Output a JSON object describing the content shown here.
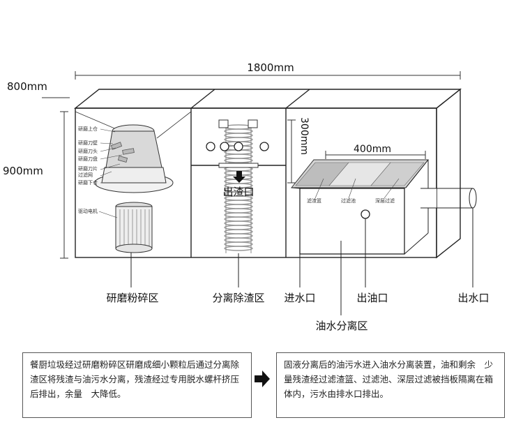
{
  "dimensions": {
    "length": "1800mm",
    "width": "800mm",
    "height": "900mm",
    "compartment_height": "300mm",
    "compartment_length": "400mm"
  },
  "grinder_parts": {
    "upper_bin": "研磨上仓",
    "wall": "研磨刀壁",
    "blade_head": "研磨刀头",
    "blade_disc": "研磨刀盘",
    "blade_net_1": "研磨刀片",
    "blade_net_2": "过滤网",
    "lower_bin": "研磨下仓",
    "motor": "驱动电机"
  },
  "tank_parts": {
    "filter_basket": "滤渣篮",
    "filter_pool": "过滤池",
    "deep_filter": "深层过滤"
  },
  "zones": {
    "grinding": "研磨粉碎区",
    "slag_separation": "分离除渣区",
    "inlet": "进水口",
    "oil_outlet": "出油口",
    "water_outlet": "出水口",
    "oil_water_separation": "油水分离区",
    "slag_outlet": "出渣口"
  },
  "descriptions": {
    "left": "餐厨垃圾经过研磨粉碎区研磨成细小颗粒后通过分离除渣区将残渣与油污水分离，残渣经过专用脱水螺杆挤压后排出，余量　大降低。",
    "right": "固液分离后的油污水进入油水分离装置，油和剩余　少量残渣经过滤渣篮、过滤池、深层过滤被挡板隔离在箱体内，污水由排水口排出。"
  }
}
